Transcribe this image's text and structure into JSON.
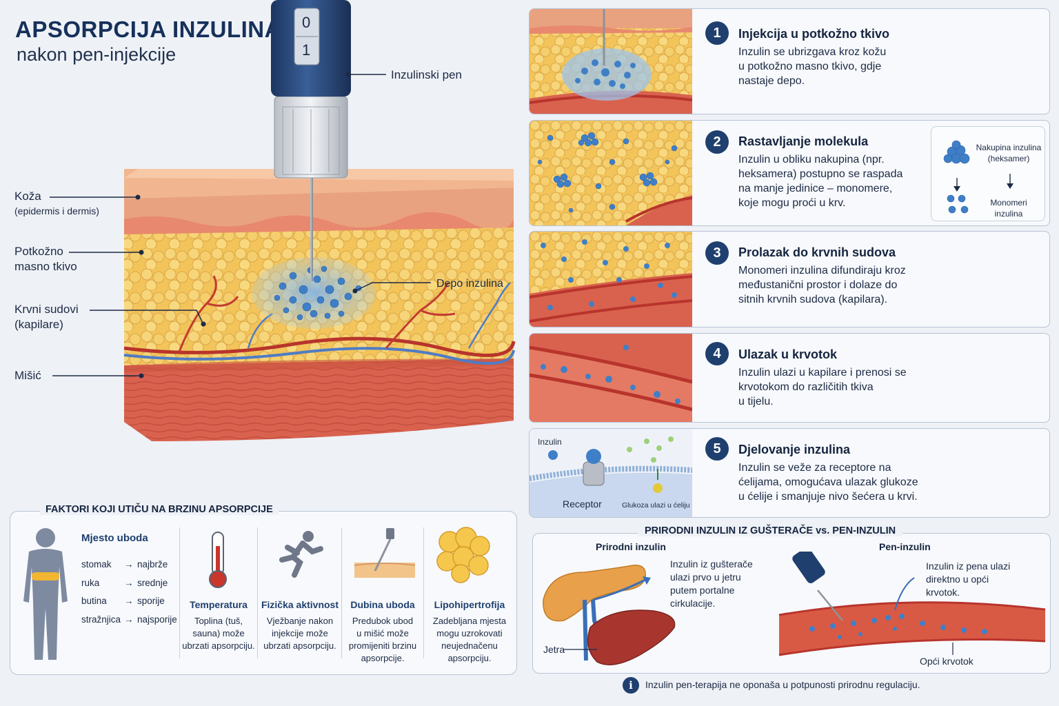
{
  "title": "APSORPCIJA INZULINA",
  "subtitle": "nakon pen-injekcije",
  "pen": {
    "label": "Inzulinski pen",
    "dial_top": "0",
    "dial_bottom": "1"
  },
  "layers": {
    "skin": "Koža",
    "skin_note": "(epidermis i dermis)",
    "fat_line1": "Potkožno",
    "fat_line2": "masno tkivo",
    "vessels_line1": "Krvni sudovi",
    "vessels_line2": "(kapilare)",
    "muscle": "Mišić",
    "depot": "Depo inzulina"
  },
  "steps": [
    {
      "num": "1",
      "title": "Injekcija u potkožno tkivo",
      "lines": [
        "Inzulin se ubrizgava kroz kožu",
        "u potkožno masno tkivo, gdje",
        "nastaje depo."
      ]
    },
    {
      "num": "2",
      "title": "Rastavljanje molekula",
      "lines": [
        "Inzulin u obliku nakupina (npr.",
        "heksamera) postupno se raspada",
        "na manje jedinice – monomere,",
        "koje mogu proći u krv."
      ],
      "inset": {
        "hexamer_line1": "Nakupina inzulina",
        "hexamer_line2": "(heksamer)",
        "monomer_line1": "Monomeri",
        "monomer_line2": "inzulina"
      }
    },
    {
      "num": "3",
      "title": "Prolazak do krvnih sudova",
      "lines": [
        "Monomeri inzulina difundiraju kroz",
        "međustanični prostor i dolaze do",
        "sitnih krvnih sudova (kapilara)."
      ]
    },
    {
      "num": "4",
      "title": "Ulazak u krvotok",
      "lines": [
        "Inzulin ulazi u kapilare i prenosi se",
        "krvotokom do različitih tkiva",
        "u tijelu."
      ]
    },
    {
      "num": "5",
      "title": "Djelovanje inzulina",
      "lines": [
        "Inzulin se veže za receptore na",
        "ćelijama, omogućava ulazak glukoze",
        "u ćelije i smanjuje nivo šećera u krvi."
      ],
      "thumb": {
        "insulin": "Inzulin",
        "receptor": "Receptor",
        "glucose": "Glukoza ulazi u ćeliju"
      }
    }
  ],
  "factors": {
    "title": "FAKTORI KOJI UTIČU NA BRZINU APSORPCIJE",
    "site": {
      "title": "Mjesto uboda",
      "rows": [
        {
          "place": "stomak",
          "speed": "najbrže"
        },
        {
          "place": "ruka",
          "speed": "srednje"
        },
        {
          "place": "butina",
          "speed": "sporije"
        },
        {
          "place": "stražnjica",
          "speed": "najsporije"
        }
      ]
    },
    "items": [
      {
        "title": "Temperatura",
        "lines": [
          "Toplina (tuš,",
          "sauna) može",
          "ubrzati apsorpciju."
        ]
      },
      {
        "title": "Fizička aktivnost",
        "lines": [
          "Vježbanje nakon",
          "injekcije može",
          "ubrzati apsorpciju."
        ]
      },
      {
        "title": "Dubina uboda",
        "lines": [
          "Predubok ubod",
          "u mišić može",
          "promijeniti brzinu",
          "apsorpcije."
        ]
      },
      {
        "title": "Lipohipertrofija",
        "lines": [
          "Zadebljana mjesta",
          "mogu uzrokovati",
          "neujednačenu",
          "apsorpciju."
        ]
      }
    ]
  },
  "compare": {
    "title": "PRIRODNI INZULIN IZ GUŠTERAČE  vs.  PEN-INZULIN",
    "natural": {
      "title": "Prirodni inzulin",
      "lines": [
        "Inzulin iz gušterače",
        "ulazi prvo u jetru",
        "putem portalne",
        "cirkulacije."
      ],
      "liver": "Jetra"
    },
    "pen": {
      "title": "Pen-inzulin",
      "lines": [
        "Inzulin iz pena ulazi",
        "direktno u opći",
        "krvotok."
      ],
      "blood": "Opći krvotok"
    },
    "note": "Inzulin pen-terapija ne oponaša u potpunosti prirodnu regulaciju."
  },
  "colors": {
    "navy": "#1f3f6e",
    "fat": "#f2c45a",
    "skin": "#e9a27f",
    "muscle": "#d9624f",
    "insulin": "#3f7fc8"
  }
}
